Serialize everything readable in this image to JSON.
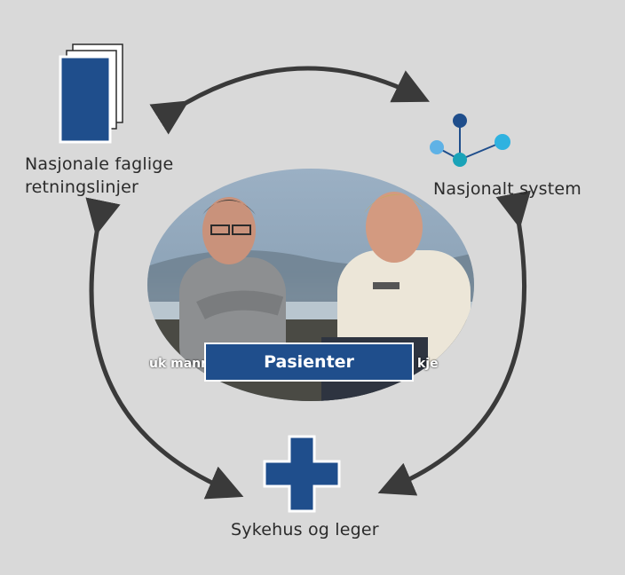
{
  "nodes": {
    "guidelines": {
      "line1": "Nasjonale faglige",
      "line2": "retningslinjer"
    },
    "system": {
      "label": "Nasjonalt system"
    },
    "hospital": {
      "label": "Sykehus og leger"
    },
    "patients": {
      "label": "Pasienter"
    }
  },
  "photo_subtitle": {
    "left": "uk mann ve",
    "right": "kje"
  },
  "colors": {
    "background": "#d9d9d9",
    "navy": "#1f4e8c",
    "arrow": "#3a3a3a",
    "network_dark": "#1f4e8c",
    "network_teal": "#1aa3b8",
    "network_light": "#5fb2e6"
  },
  "icons": {
    "guidelines": "document-stack-icon",
    "system": "network-nodes-icon",
    "hospital": "medical-cross-icon"
  }
}
